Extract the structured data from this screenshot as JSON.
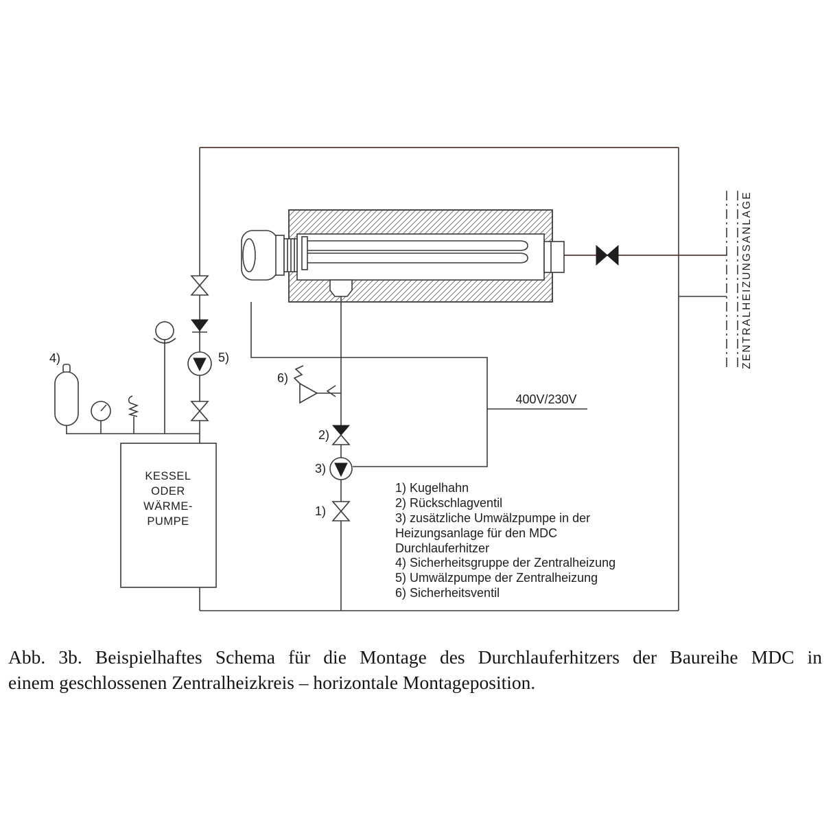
{
  "diagram": {
    "colors": {
      "line": "#3a3a3a",
      "accent_pipe": "#5c3a33",
      "fill_dark": "#1f1f1f",
      "text": "#1d1d1d"
    },
    "labels": {
      "n1": "1)",
      "n2": "2)",
      "n3": "3)",
      "n4": "4)",
      "n5": "5)",
      "n6": "6)"
    },
    "voltage": "400V/230V",
    "zentral": "ZENTRALHEIZUNGSANLAGE",
    "kessel": {
      "lines": [
        "KESSEL",
        "ODER",
        "WÄRME-",
        "PUMPE"
      ]
    },
    "legend": {
      "lines": [
        "1) Kugelhahn",
        "2) Rückschlagventil",
        "3) zusätzliche Umwälzpumpe in der",
        "Heizungsanlage für den MDC",
        "Durchlauferhitzer",
        "4) Sicherheitsgruppe der Zentralheizung",
        "5) Umwälzpumpe der Zentralheizung",
        "6) Sicherheitsventil"
      ]
    }
  },
  "caption": {
    "line1": "Abb. 3b. Beispielhaftes Schema für die Montage des Durchlauferhitzers der Baureihe MDC in",
    "line2": "einem geschlossenen Zentralheizkreis – horizontale Montageposition."
  }
}
